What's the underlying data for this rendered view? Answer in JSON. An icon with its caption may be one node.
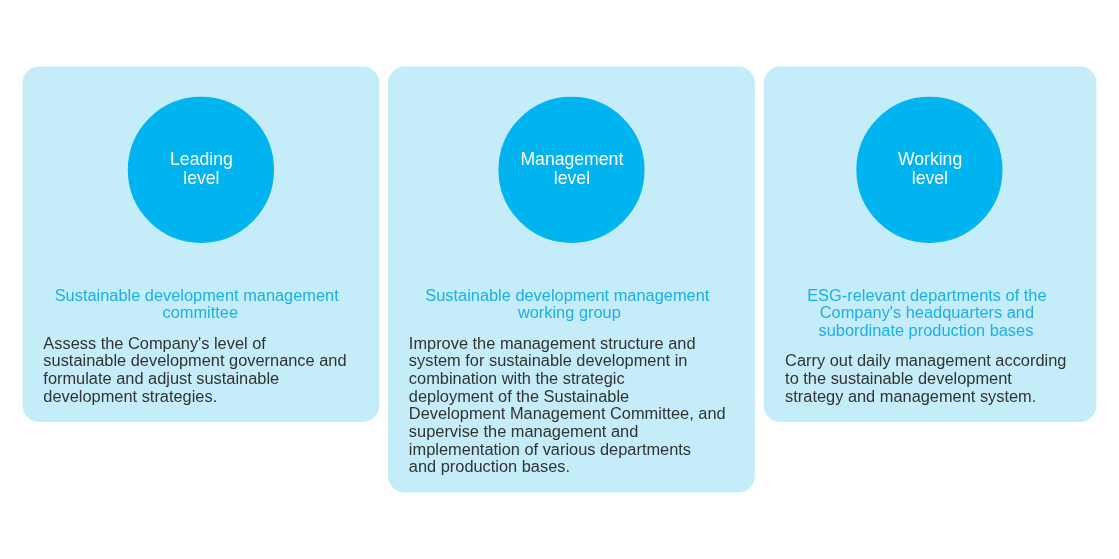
{
  "diagram": {
    "nodes": [
      {
        "text": [
          "Sustainable development management committee",
          "Assess the Company's level of sustainable development governance and formulate and adjust sustainable development strategies."
        ]
      },
      {
        "text": [
          "Leading level"
        ],
        "in": 0
      },
      {
        "text": [
          "Sustainable development management working group",
          "Improve the management structure and system for sustainable development in combination with the strategic deployment of the Sustainable Development Management Committee, and supervise the management and implementation of various departments and production bases."
        ]
      },
      {
        "text": [
          "Management level"
        ],
        "in": 2
      },
      {
        "text": [
          "ESG-relevant departments of the Company's headquarters and subordinate production bases",
          "Carry out daily management according to the sustainable development strategy and management system."
        ]
      },
      {
        "text": [
          "Working level"
        ],
        "in": 4
      }
    ]
  }
}
